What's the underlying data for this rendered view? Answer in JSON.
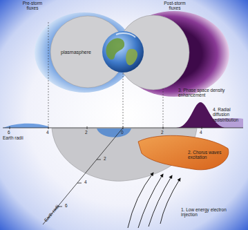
{
  "diagram": {
    "nodes": [
      {
        "text": [
          "plasmasphere"
        ]
      }
    ],
    "labels": [
      "Pre-storm fluxes",
      "Post-storm fluxes",
      "6",
      "4",
      "2",
      "0",
      "2",
      "4",
      "Earth radii",
      "2",
      "4",
      "6",
      "Earth radii",
      "1. Low energy electron injection",
      "2. Chorus waves excitation",
      "3. Phase space density enhancement",
      "4. Radial diffusion redistribution"
    ]
  }
}
